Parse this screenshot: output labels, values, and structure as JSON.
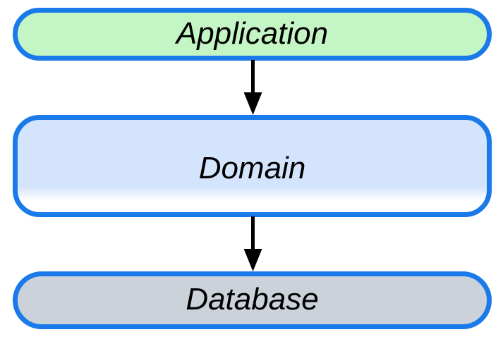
{
  "diagram": {
    "type": "layered-architecture-flow",
    "title": "",
    "background_color": "#ffffff",
    "node_border_color": "#1a7aea",
    "arrow_color": "#000000",
    "nodes": [
      {
        "id": "application",
        "label": "Application",
        "fill_color": "#c4f5c4",
        "shape": "rounded-rectangle",
        "order": 1
      },
      {
        "id": "domain",
        "label": "Domain",
        "fill_color": "#d4e4fc",
        "fill_gradient_to": "#ffffff",
        "shape": "rounded-rectangle",
        "order": 2
      },
      {
        "id": "database",
        "label": "Database",
        "fill_color": "#ccd2da",
        "shape": "rounded-rectangle",
        "order": 3
      }
    ],
    "edges": [
      {
        "id": "app-to-domain",
        "from": "application",
        "to": "domain",
        "style": "solid",
        "arrowhead": "filled-triangle",
        "label": ""
      },
      {
        "id": "domain-to-database",
        "from": "domain",
        "to": "database",
        "style": "solid",
        "arrowhead": "filled-triangle",
        "label": ""
      }
    ]
  }
}
